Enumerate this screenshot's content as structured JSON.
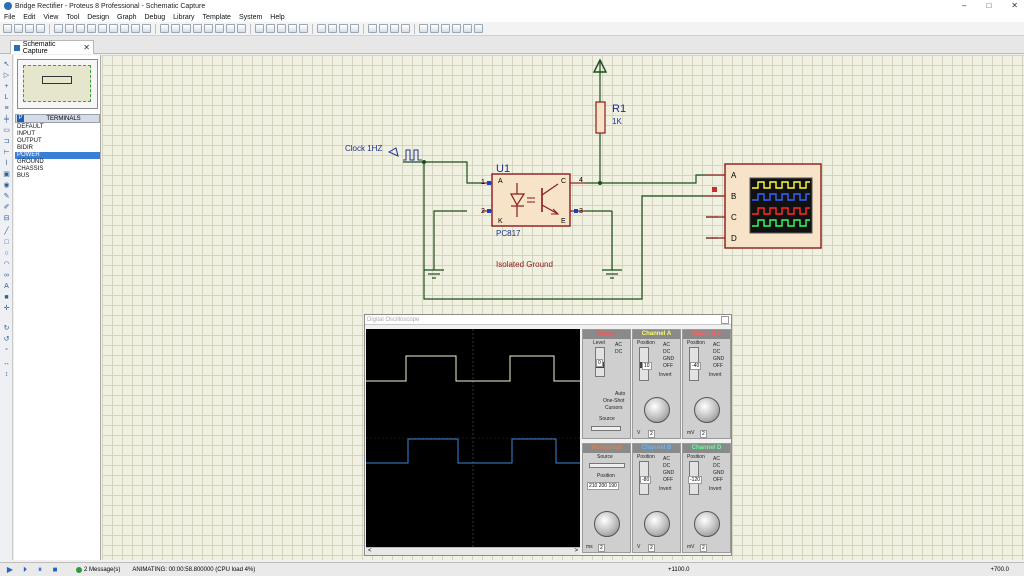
{
  "window": {
    "title": "Bridge Rectifier - Proteus 8 Professional - Schematic Capture",
    "controls": [
      "–",
      "□",
      "✕"
    ]
  },
  "menu": [
    "File",
    "Edit",
    "View",
    "Tool",
    "Design",
    "Graph",
    "Debug",
    "Library",
    "Template",
    "System",
    "Help"
  ],
  "tab": {
    "label": "Schematic Capture",
    "close": "✕"
  },
  "terminals": {
    "badge": "P",
    "title": "TERMINALS",
    "items": [
      "DEFAULT",
      "INPUT",
      "OUTPUT",
      "BIDIR",
      "POWER",
      "GROUND",
      "CHASSIS",
      "BUS"
    ],
    "selected": "POWER"
  },
  "schematic": {
    "clock_label": "Clock 1HZ",
    "u1_ref": "U1",
    "u1_part": "PC817",
    "pin1": "1",
    "pin2": "2",
    "pin3": "3",
    "pin4": "4",
    "pin_a": "A",
    "pin_k": "K",
    "pin_c": "C",
    "pin_e": "E",
    "r1_ref": "R1",
    "r1_value": "1K",
    "ground_label": "Isolated Ground",
    "scope_pins": [
      "A",
      "B",
      "C",
      "D"
    ],
    "colors": {
      "wire": "#1a4d1a",
      "component": "#8b1a1a",
      "text": "#1f2f8f",
      "pin_blue": "#1a3fc0"
    }
  },
  "oscilloscope": {
    "title": "Digital Oscilloscope",
    "trigger_header": "Trigger",
    "horizontal_header": "Horizontal",
    "channels": [
      {
        "name": "Channel A",
        "color": "#ffff66",
        "position": "10",
        "scale": "2",
        "unit": "V"
      },
      {
        "name": "Channel C",
        "color": "#ff6060",
        "position": "-40",
        "scale": "2",
        "unit": "mV"
      },
      {
        "name": "Channel B",
        "color": "#66b3ff",
        "position": "-80",
        "scale": "2",
        "unit": "V"
      },
      {
        "name": "Channel D",
        "color": "#66ff99",
        "position": "-120",
        "scale": "2",
        "unit": "mV"
      }
    ],
    "trigger": {
      "level_label": "Level",
      "level_value": "0",
      "auto": "Auto",
      "one_shot": "One-Shot",
      "cursors": "Cursors",
      "source": "Source"
    },
    "horizontal": {
      "source": "Source",
      "position": "Position",
      "readout": "210 200 190",
      "scale": "2",
      "unit": "ms"
    },
    "coupling": [
      "AC",
      "DC",
      "GND",
      "OFF",
      "Invert"
    ],
    "position_label": "Position",
    "scroll_left": "<",
    "scroll_right": ">"
  },
  "status": {
    "messages": "2 Message(s)",
    "animating": "ANIMATING: 00:00:58.800000 (CPU load 4%)",
    "coord1": "+1100.0",
    "coord2": "+700.0"
  }
}
